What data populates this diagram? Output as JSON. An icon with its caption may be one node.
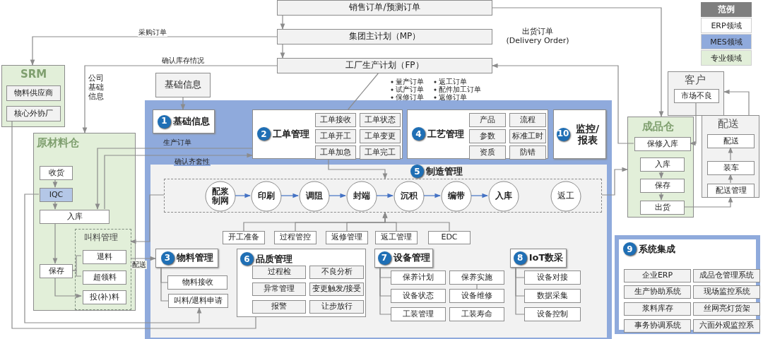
{
  "diagram": {
    "nodes": [
      {
        "text": [
          "销售订单/预测订单"
        ]
      },
      {
        "text": [
          "集团主计划（MP）"
        ]
      },
      {
        "text": [
          "工厂生产计划（FP）"
        ]
      },
      {
        "text": [
          "SRM"
        ]
      },
      {
        "text": [
          "物料供应商"
        ],
        "in": 3
      },
      {
        "text": [
          "核心外协厂"
        ],
        "in": 3
      },
      {
        "text": [
          "基础信息"
        ]
      },
      {
        "text": [
          "原材料仓"
        ]
      },
      {
        "text": [
          "收货"
        ],
        "in": 7
      },
      {
        "text": [
          "IQC"
        ],
        "in": 7
      },
      {
        "text": [
          "入库"
        ],
        "in": 7
      },
      {
        "text": [
          "保存"
        ],
        "in": 7
      },
      {
        "text": [
          "叫料管理"
        ],
        "in": 7
      },
      {
        "text": [
          "退料"
        ],
        "in": 12
      },
      {
        "text": [
          "超领料"
        ],
        "in": 12
      },
      {
        "text": [
          "投(补)料"
        ],
        "in": 12
      },
      {
        "text": [],
        "shape": "box"
      },
      {
        "text": [
          "1",
          "基础信息"
        ],
        "in": 16
      },
      {
        "text": [
          "2",
          "工单管理"
        ],
        "in": 16
      },
      {
        "text": [
          "工单接收"
        ],
        "in": 18
      },
      {
        "text": [
          "工单状态"
        ],
        "in": 18
      },
      {
        "text": [
          "工单开工"
        ],
        "in": 18
      },
      {
        "text": [
          "工单变更"
        ],
        "in": 18
      },
      {
        "text": [
          "工单加急"
        ],
        "in": 18
      },
      {
        "text": [
          "工单完工"
        ],
        "in": 18
      },
      {
        "text": [
          "4",
          "工艺管理"
        ],
        "in": 16
      },
      {
        "text": [
          "产品"
        ],
        "in": 25
      },
      {
        "text": [
          "流程"
        ],
        "in": 25
      },
      {
        "text": [
          "参数"
        ],
        "in": 25
      },
      {
        "text": [
          "标准工时"
        ],
        "in": 25
      },
      {
        "text": [
          "资质"
        ],
        "in": 25
      },
      {
        "text": [
          "防错"
        ],
        "in": 25
      },
      {
        "text": [
          "10",
          "监控/报表"
        ],
        "in": 16
      },
      {
        "text": [
          "5",
          "制造管理"
        ],
        "in": 16
      },
      {
        "text": [],
        "shape": "box",
        "in": 33
      },
      {
        "text": [
          "配浆制网"
        ],
        "in": 34
      },
      {
        "text": [
          "印刷"
        ],
        "in": 34
      },
      {
        "text": [
          "调阻"
        ],
        "in": 34
      },
      {
        "text": [
          "封端"
        ],
        "in": 34
      },
      {
        "text": [
          "沉积"
        ],
        "in": 34
      },
      {
        "text": [
          "编带"
        ],
        "in": 34
      },
      {
        "text": [
          "入库"
        ],
        "in": 34
      },
      {
        "text": [
          "返工"
        ],
        "in": 34
      },
      {
        "text": [
          "开工准备"
        ],
        "in": 33
      },
      {
        "text": [
          "过程管控"
        ],
        "in": 33
      },
      {
        "text": [
          "返修管理"
        ],
        "in": 33
      },
      {
        "text": [
          "返工管理"
        ],
        "in": 33
      },
      {
        "text": [
          "EDC"
        ],
        "in": 33
      },
      {
        "text": [
          "3",
          "物料管理"
        ],
        "in": 33
      },
      {
        "text": [
          "物料接收"
        ],
        "in": 33
      },
      {
        "text": [
          "叫料/退料申请"
        ],
        "in": 33
      },
      {
        "text": [
          "6",
          "品质管理"
        ],
        "in": 33
      },
      {
        "text": [
          "过程检"
        ],
        "in": 51
      },
      {
        "text": [
          "不良分析"
        ],
        "in": 51
      },
      {
        "text": [
          "异常管理"
        ],
        "in": 51
      },
      {
        "text": [
          "变更触发/接受"
        ],
        "in": 51
      },
      {
        "text": [
          "报警"
        ],
        "in": 51
      },
      {
        "text": [
          "让步放行"
        ],
        "in": 51
      },
      {
        "text": [
          "7",
          "设备管理"
        ],
        "in": 33
      },
      {
        "text": [
          "保养计划"
        ],
        "in": 33
      },
      {
        "text": [
          "保养实施"
        ],
        "in": 33
      },
      {
        "text": [
          "设备状态"
        ],
        "in": 33
      },
      {
        "text": [
          "设备维修"
        ],
        "in": 33
      },
      {
        "text": [
          "工装管理"
        ],
        "in": 33
      },
      {
        "text": [
          "工装寿命"
        ],
        "in": 33
      },
      {
        "text": [
          "8",
          "IoT数采"
        ],
        "in": 33
      },
      {
        "text": [
          "设备对接"
        ],
        "in": 33
      },
      {
        "text": [
          "数据采集"
        ],
        "in": 33
      },
      {
        "text": [
          "设备控制"
        ],
        "in": 33
      },
      {
        "text": [
          "成品仓"
        ]
      },
      {
        "text": [
          "保修入库"
        ],
        "in": 69
      },
      {
        "text": [
          "入库"
        ],
        "in": 69
      },
      {
        "text": [
          "保存"
        ],
        "in": 69
      },
      {
        "text": [
          "出货"
        ],
        "in": 69
      },
      {
        "text": [
          "客户"
        ]
      },
      {
        "text": [
          "市场不良"
        ],
        "in": 74
      },
      {
        "text": [
          "配送"
        ]
      },
      {
        "text": [
          "配送"
        ],
        "in": 76
      },
      {
        "text": [
          "装车"
        ],
        "in": 76
      },
      {
        "text": [
          "配送管理"
        ],
        "in": 76
      },
      {
        "text": [
          "9",
          "系统集成"
        ]
      },
      {
        "text": [
          "企业ERP"
        ],
        "in": 80
      },
      {
        "text": [
          "成品仓管理系统"
        ],
        "in": 80
      },
      {
        "text": [
          "生产协助系统"
        ],
        "in": 80
      },
      {
        "text": [
          "现场监控系统"
        ],
        "in": 80
      },
      {
        "text": [
          "浆料库存"
        ],
        "in": 80
      },
      {
        "text": [
          "丝网亮灯货架"
        ],
        "in": 80
      },
      {
        "text": [
          "事务协调系统"
        ],
        "in": 80
      },
      {
        "text": [
          "六面外观监控系"
        ],
        "in": 80
      }
    ],
    "edges": [
      {
        "from": 0,
        "to": 1,
        "arrow": "to"
      },
      {
        "from": 1,
        "to": 2,
        "arrow": "to"
      },
      {
        "from": 1,
        "to": 3,
        "arrow": "to",
        "label": "采购订单"
      },
      {
        "from": 2,
        "to": 7,
        "arrow": "to",
        "label": "确认库存情况"
      },
      {
        "from": 2,
        "to": 18,
        "arrow": "none"
      },
      {
        "from": 6,
        "to": 17,
        "arrow": "to"
      },
      {
        "from": 0,
        "to": 69,
        "arrow": "to",
        "label": "出货订单 (Delivery Order)"
      },
      {
        "from": 70,
        "to": 2,
        "arrow": "to"
      },
      {
        "from": 75,
        "to": 70,
        "arrow": "to"
      },
      {
        "from": 76,
        "to": 74,
        "arrow": "to"
      },
      {
        "from": 73,
        "to": 79,
        "arrow": "to"
      },
      {
        "from": 79,
        "to": 78,
        "arrow": "to"
      },
      {
        "from": 78,
        "to": 77,
        "arrow": "to"
      },
      {
        "from": 71,
        "to": 72,
        "arrow": "to"
      },
      {
        "from": 72,
        "to": 73,
        "arrow": "to"
      },
      {
        "from": 34,
        "to": 69,
        "arrow": "to"
      },
      {
        "from": 8,
        "to": 9,
        "arrow": "to"
      },
      {
        "from": 9,
        "to": 10,
        "arrow": "to"
      },
      {
        "from": 10,
        "to": 11,
        "arrow": "to"
      },
      {
        "from": 11,
        "to": 13,
        "arrow": "none"
      },
      {
        "from": 11,
        "to": 14,
        "arrow": "none"
      },
      {
        "from": 11,
        "to": 15,
        "arrow": "to"
      },
      {
        "from": 5,
        "to": 51,
        "arrow": "none"
      },
      {
        "from": 9,
        "to": 50,
        "arrow": "to"
      },
      {
        "from": 12,
        "to": 48,
        "arrow": "to",
        "label": "配送"
      },
      {
        "from": 34,
        "to": 12,
        "arrow": "to"
      },
      {
        "from": 18,
        "to": 10,
        "arrow": "to",
        "label": "生产订单"
      },
      {
        "from": 10,
        "to": 18,
        "arrow": "to",
        "label": "确认齐套性"
      },
      {
        "from": 18,
        "to": 34,
        "arrow": "to"
      },
      {
        "from": 35,
        "to": 36,
        "arrow": "to",
        "color": "#4472c4"
      },
      {
        "from": 36,
        "to": 37,
        "arrow": "to",
        "color": "#4472c4"
      },
      {
        "from": 37,
        "to": 38,
        "arrow": "to",
        "color": "#4472c4"
      },
      {
        "from": 38,
        "to": 39,
        "arrow": "to",
        "color": "#4472c4"
      },
      {
        "from": 39,
        "to": 40,
        "arrow": "to",
        "color": "#4472c4"
      },
      {
        "from": 40,
        "to": 41,
        "arrow": "to",
        "color": "#4472c4"
      },
      {
        "from": 43,
        "to": 34,
        "arrow": "to"
      },
      {
        "from": 44,
        "to": 34,
        "arrow": "to"
      },
      {
        "from": 45,
        "to": 34,
        "arrow": "to"
      },
      {
        "from": 46,
        "to": 34,
        "arrow": "to"
      },
      {
        "from": 47,
        "to": 34,
        "arrow": "to"
      },
      {
        "from": 48,
        "to": 49,
        "arrow": "none"
      },
      {
        "from": 48,
        "to": 50,
        "arrow": "none"
      },
      {
        "from": 58,
        "to": 59,
        "arrow": "none"
      },
      {
        "from": 58,
        "to": 61,
        "arrow": "none"
      },
      {
        "from": 58,
        "to": 63,
        "arrow": "none"
      },
      {
        "from": 60,
        "to": 62,
        "arrow": "none"
      },
      {
        "from": 65,
        "to": 66,
        "arrow": "none"
      },
      {
        "from": 65,
        "to": 67,
        "arrow": "none"
      },
      {
        "from": 65,
        "to": 68,
        "arrow": "none"
      }
    ],
    "labels": [
      "公司基础信息",
      "量产订单",
      "返工订单",
      "试产订单",
      "配件加工订单",
      "保修订单",
      "返修订单",
      "范例"
    ],
    "legend": [
      {
        "text": "ERP领域",
        "color": "#ffffff"
      },
      {
        "text": "MES领域",
        "color": "#8faadc"
      },
      {
        "text": "专业领域",
        "color": "#e2efd9"
      }
    ]
  }
}
